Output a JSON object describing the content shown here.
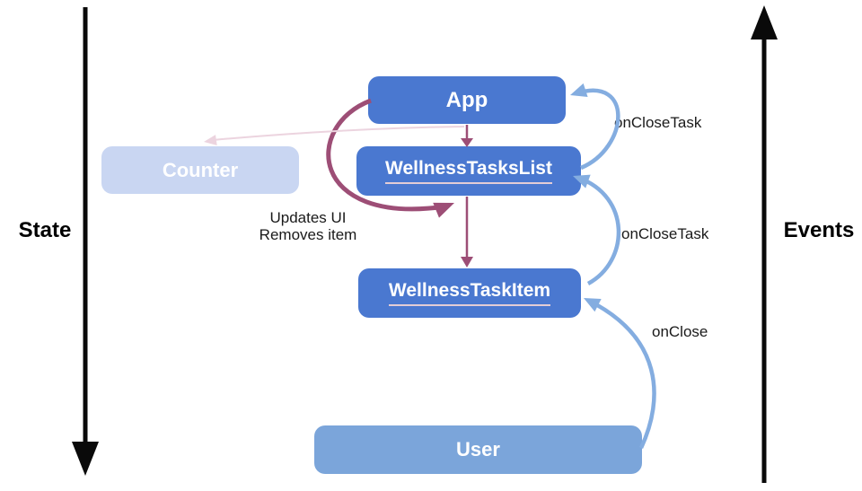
{
  "diagram": {
    "type": "component-data-flow",
    "side_axes": {
      "state_label": "State",
      "events_label": "Events"
    },
    "nodes": [
      {
        "id": "app",
        "label": "App"
      },
      {
        "id": "counter",
        "label": "Counter"
      },
      {
        "id": "wellness-tasks-list",
        "label": "WellnessTasksList"
      },
      {
        "id": "wellness-task-item",
        "label": "WellnessTaskItem"
      },
      {
        "id": "user",
        "label": "User"
      }
    ],
    "edges": [
      {
        "from": "app",
        "to": "wellness-tasks-list",
        "kind": "state",
        "label": ""
      },
      {
        "from": "wellness-tasks-list",
        "to": "wellness-task-item",
        "kind": "state",
        "label": ""
      },
      {
        "from": "wellness-tasks-list",
        "to": "wellness-tasks-list",
        "kind": "state",
        "label": "Updates UI / Removes item"
      },
      {
        "from": "app",
        "to": "counter",
        "kind": "state-faded",
        "label": ""
      },
      {
        "from": "wellness-tasks-list",
        "to": "app",
        "kind": "event",
        "label": "onCloseTask"
      },
      {
        "from": "wellness-task-item",
        "to": "wellness-tasks-list",
        "kind": "event",
        "label": "onCloseTask"
      },
      {
        "from": "user",
        "to": "wellness-task-item",
        "kind": "event",
        "label": "onClose"
      }
    ],
    "edge_labels": {
      "on_close_task_top": "onCloseTask",
      "on_close_task_mid": "onCloseTask",
      "on_close": "onClose",
      "loop_line1": "Updates UI",
      "loop_line2": "Removes item"
    }
  },
  "colors": {
    "node_blue": "#4a78d0",
    "node_blue_faded": "#c9d6f2",
    "node_user_blue": "#7ba5da",
    "event_arrow_blue": "#84ade0",
    "state_arrow_purple": "#9d4e76",
    "faded_arrow_pink": "#ecd4df",
    "axis_black": "#0a0a0a",
    "node_text": "#ffffff"
  }
}
